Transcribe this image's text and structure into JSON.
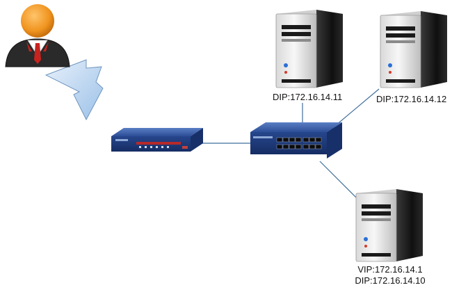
{
  "diagram": {
    "nodes": [
      {
        "id": "user",
        "icon": "user-icon"
      },
      {
        "id": "router",
        "icon": "router-icon"
      },
      {
        "id": "switch",
        "icon": "switch-icon"
      },
      {
        "id": "server1",
        "icon": "server-icon",
        "labels": [
          "DIP:172.16.14.11"
        ]
      },
      {
        "id": "server2",
        "icon": "server-icon",
        "labels": [
          "DIP:172.16.14.12"
        ]
      },
      {
        "id": "server3",
        "icon": "server-icon",
        "labels": [
          "VIP:172.16.14.1",
          "DIP:172.16.14.10"
        ]
      }
    ],
    "edges": [
      {
        "from": "user",
        "to": "router",
        "style": "arrow"
      },
      {
        "from": "router",
        "to": "switch",
        "style": "line"
      },
      {
        "from": "switch",
        "to": "server1",
        "style": "line"
      },
      {
        "from": "switch",
        "to": "server2",
        "style": "line"
      },
      {
        "from": "switch",
        "to": "server3",
        "style": "line"
      }
    ]
  },
  "colors": {
    "line": "#3f6f9c",
    "arrow_fill": "#c9ddf2",
    "device_blue": "#1f3f86",
    "user_head": "#f0941f",
    "user_tie": "#c8231e",
    "server_body": "#1a1a1a"
  }
}
